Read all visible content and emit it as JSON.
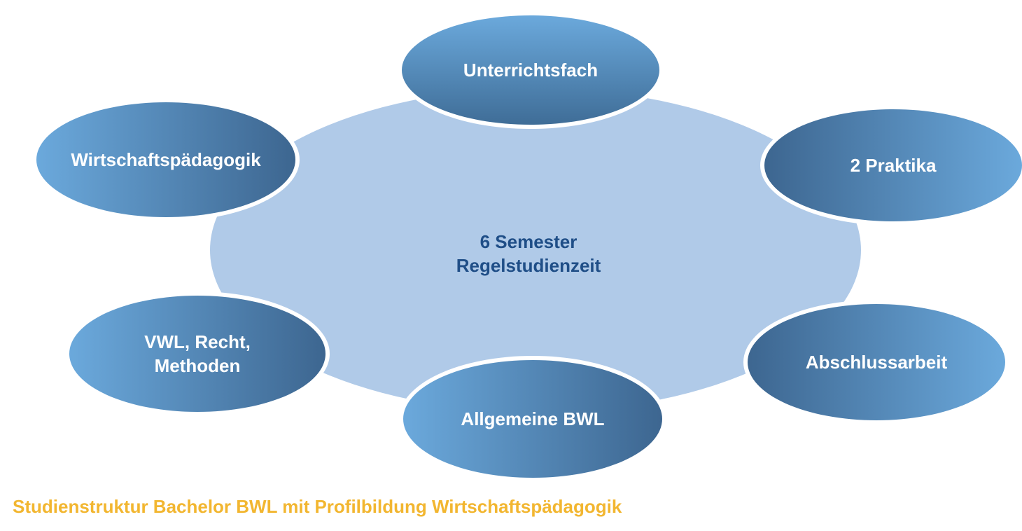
{
  "center": {
    "line1": "6 Semester",
    "line2": "Regelstudienzeit"
  },
  "nodes": {
    "unterrichtsfach": "Unterrichtsfach",
    "praktika": "2 Praktika",
    "abschlussarbeit": "Abschlussarbeit",
    "allgemeine_bwl": "Allgemeine BWL",
    "vwl_line1": "VWL, Recht,",
    "vwl_line2": "Methoden",
    "wirtschaftspaedagogik": "Wirtschaftspädagogik"
  },
  "caption": "Studienstruktur Bachelor BWL mit Profilbildung Wirtschaftspädagogik",
  "colors": {
    "center_fill": "#b0cae8",
    "center_text": "#1f4e87",
    "node_light": "#6ba9dc",
    "node_dark": "#3d6690",
    "caption_text": "#f2b630"
  }
}
